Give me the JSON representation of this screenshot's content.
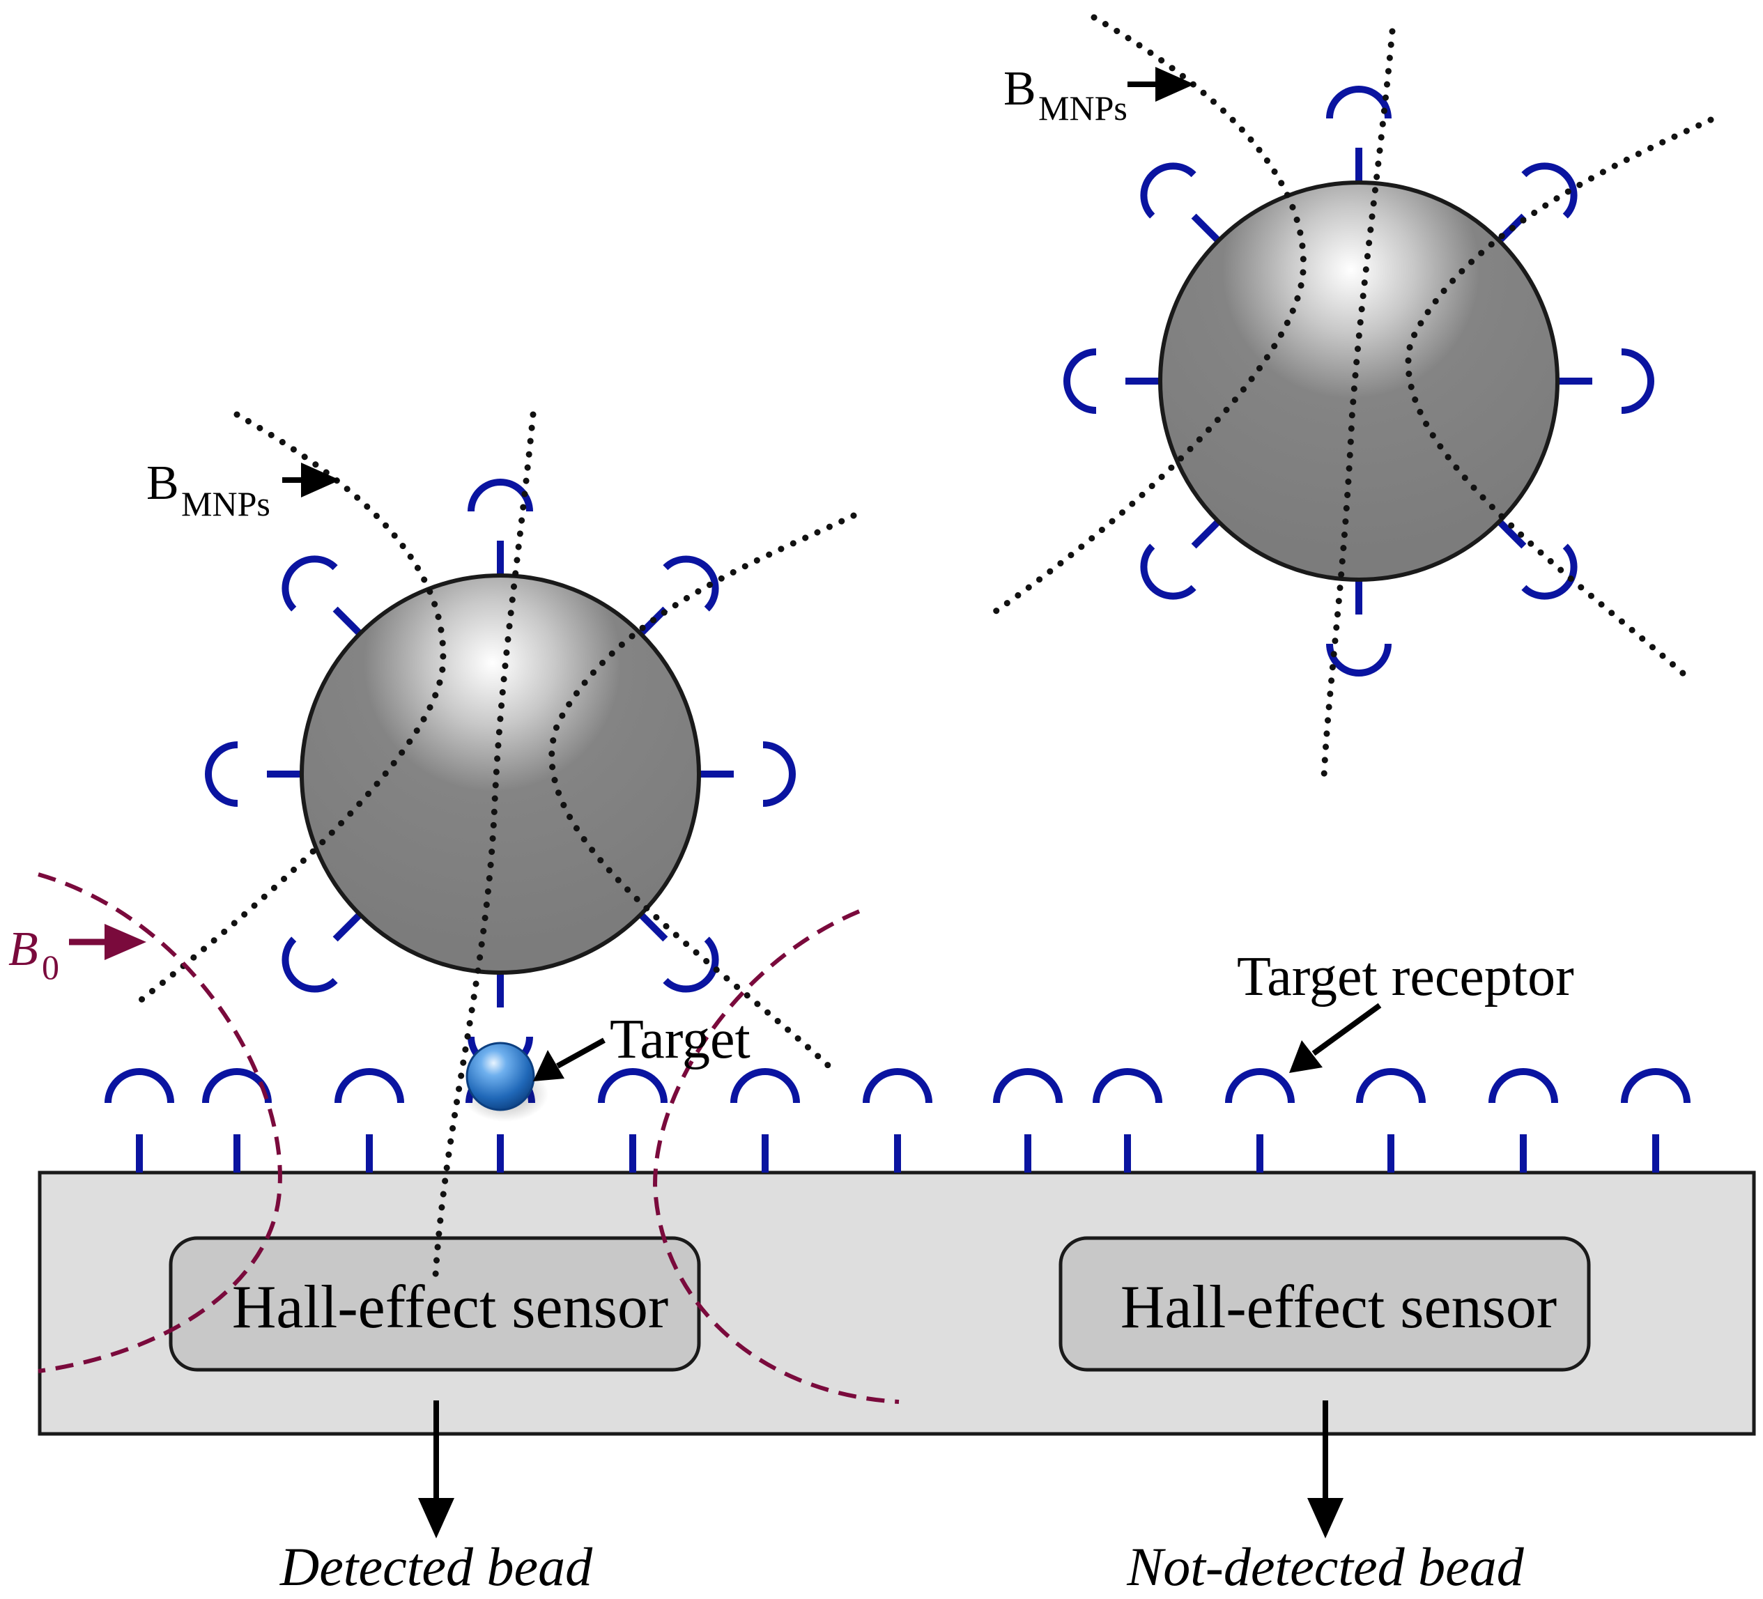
{
  "colors": {
    "receptor": "#0a14a0",
    "b0_field": "#7a0a3c",
    "sensor_box": "#c8c8c8",
    "substrate": "#dedede",
    "bead_fill": "#808080",
    "target_blue": "#2878c8"
  },
  "labels": {
    "bmnps_left_main": "B",
    "bmnps_left_sub": "MNPs",
    "bmnps_right_main": "B",
    "bmnps_right_sub": "MNPs",
    "b0_main": "B",
    "b0_sub": "0",
    "target": "Target",
    "target_receptor": "Target receptor",
    "sensor_left": "Hall-effect sensor",
    "sensor_right": "Hall-effect sensor",
    "detected": "Detected bead",
    "not_detected": "Not-detected bead"
  }
}
